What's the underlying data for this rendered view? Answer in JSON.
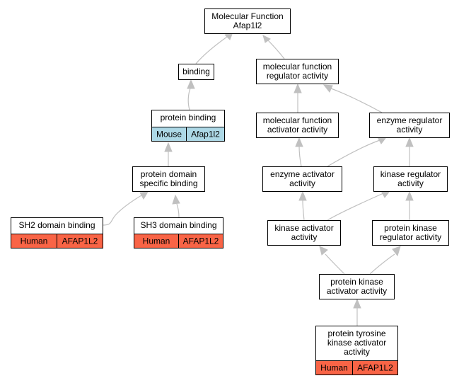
{
  "colors": {
    "edge": "#c0c0c0",
    "node_border": "#000000",
    "node_fill": "#ffffff",
    "human_badge": "#f96446",
    "mouse_badge": "#add8e6"
  },
  "nodes": [
    {
      "id": "molecular_function",
      "lines": [
        "Molecular Function",
        "Afap1l2"
      ],
      "badge": null
    },
    {
      "id": "binding",
      "lines": [
        "binding"
      ],
      "badge": null
    },
    {
      "id": "mf_regulator_activity",
      "lines": [
        "molecular function",
        "regulator activity"
      ],
      "badge": null
    },
    {
      "id": "protein_binding",
      "lines": [
        "protein binding"
      ],
      "badge": {
        "species": "Mouse",
        "gene": "Afap1l2",
        "color": "#add8e6"
      }
    },
    {
      "id": "mf_activator_activity",
      "lines": [
        "molecular function",
        "activator activity"
      ],
      "badge": null
    },
    {
      "id": "enzyme_regulator_activity",
      "lines": [
        "enzyme regulator",
        "activity"
      ],
      "badge": null
    },
    {
      "id": "protein_domain_specific_binding",
      "lines": [
        "protein domain",
        "specific binding"
      ],
      "badge": null
    },
    {
      "id": "enzyme_activator_activity",
      "lines": [
        "enzyme activator",
        "activity"
      ],
      "badge": null
    },
    {
      "id": "kinase_regulator_activity",
      "lines": [
        "kinase regulator",
        "activity"
      ],
      "badge": null
    },
    {
      "id": "sh2_domain_binding",
      "lines": [
        "SH2 domain binding"
      ],
      "badge": {
        "species": "Human",
        "gene": "AFAP1L2",
        "color": "#f96446"
      }
    },
    {
      "id": "sh3_domain_binding",
      "lines": [
        "SH3 domain binding"
      ],
      "badge": {
        "species": "Human",
        "gene": "AFAP1L2",
        "color": "#f96446"
      }
    },
    {
      "id": "kinase_activator_activity",
      "lines": [
        "kinase activator",
        "activity"
      ],
      "badge": null
    },
    {
      "id": "protein_kinase_regulator_activity",
      "lines": [
        "protein kinase",
        "regulator activity"
      ],
      "badge": null
    },
    {
      "id": "protein_kinase_activator_activity",
      "lines": [
        "protein kinase",
        "activator activity"
      ],
      "badge": null
    },
    {
      "id": "protein_tyrosine_kinase_activator_activity",
      "lines": [
        "protein tyrosine",
        "kinase activator",
        "activity"
      ],
      "badge": {
        "species": "Human",
        "gene": "AFAP1L2",
        "color": "#f96446"
      }
    }
  ],
  "edges": [
    {
      "from": "binding",
      "to": "molecular_function"
    },
    {
      "from": "mf_regulator_activity",
      "to": "molecular_function"
    },
    {
      "from": "protein_binding",
      "to": "binding"
    },
    {
      "from": "mf_activator_activity",
      "to": "mf_regulator_activity"
    },
    {
      "from": "enzyme_regulator_activity",
      "to": "mf_regulator_activity"
    },
    {
      "from": "protein_domain_specific_binding",
      "to": "protein_binding"
    },
    {
      "from": "enzyme_activator_activity",
      "to": "mf_activator_activity"
    },
    {
      "from": "enzyme_activator_activity",
      "to": "enzyme_regulator_activity"
    },
    {
      "from": "kinase_regulator_activity",
      "to": "enzyme_regulator_activity"
    },
    {
      "from": "sh2_domain_binding",
      "to": "protein_domain_specific_binding"
    },
    {
      "from": "sh3_domain_binding",
      "to": "protein_domain_specific_binding"
    },
    {
      "from": "kinase_activator_activity",
      "to": "enzyme_activator_activity"
    },
    {
      "from": "kinase_activator_activity",
      "to": "kinase_regulator_activity"
    },
    {
      "from": "protein_kinase_regulator_activity",
      "to": "kinase_regulator_activity"
    },
    {
      "from": "protein_kinase_activator_activity",
      "to": "kinase_activator_activity"
    },
    {
      "from": "protein_kinase_activator_activity",
      "to": "protein_kinase_regulator_activity"
    },
    {
      "from": "protein_tyrosine_kinase_activator_activity",
      "to": "protein_kinase_activator_activity"
    }
  ]
}
